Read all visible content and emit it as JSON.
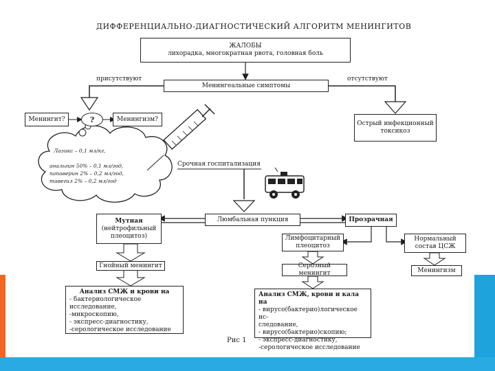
{
  "title": "ДИФФЕРЕНЦИАЛЬНО-ДИАГНОСТИЧЕСКИЙ  АЛГОРИТМ  МЕНИНГИТОВ",
  "complaints": {
    "heading": "ЖАЛОБЫ",
    "text": "лихорадка, многократная рвота, головная боль"
  },
  "meningeal": "Менингеальные симптомы",
  "present": "присутствуют",
  "absent": "отсутствуют",
  "meningitis_q": "Менингит?",
  "question": "?",
  "meningism_q": "Менингизм?",
  "toxicosis": "Острый инфекционный токсикоз",
  "cloud_lines": [
    "Лазикс – 0,1 мл/кг,",
    "анальгин 50% – 0,1 мл/год,",
    "папаверин 2% – 0,2 мл/год,",
    "тавегил 2% – 0,2 мл/год"
  ],
  "hospital": "Срочная госпитализация",
  "puncture": "Люмбальная пункция",
  "turbid": {
    "heading": "Мутная",
    "text": "(нейтрофильный плеоцитоз)"
  },
  "clear": "Прозрачная",
  "lymph": "Лимфоцитарный плеоцитоз",
  "normal_csf": "Нормальный состав ЦСЖ",
  "purulent": "Гнойный менингит",
  "serous": "Серозный менингит",
  "meningism": "Менингизм",
  "analysis_left": {
    "heading": "Анализ СМЖ и крови на",
    "items": [
      "- бактериологическое исследование,",
      "-микроскопию,",
      "- экспресс-диагностику,",
      "-серологическое исследование"
    ]
  },
  "analysis_right": {
    "heading": "Анализ СМЖ, крови и кала на",
    "items": [
      "- вирусо(бактерио)логическое ис-",
      "следование,",
      "- вирусо(бактерио)скопию;",
      "- экспресс-диагностику,",
      "-серологическое исследование"
    ]
  },
  "caption": "Рис  1",
  "colors": {
    "accent_orange": "#f26522",
    "accent_blue": "#29abe2"
  }
}
